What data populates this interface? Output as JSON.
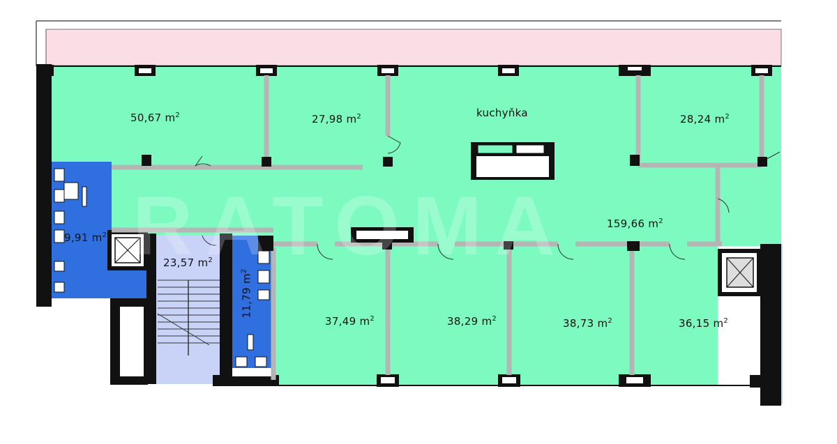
{
  "colors": {
    "office": "#7dfac0",
    "wet": "#2f6fe0",
    "stairs": "#c9d3f7",
    "terrace": "#fbdde6",
    "wall": "#111111",
    "partition": "#b5b5b5"
  },
  "watermark": "RATOMA",
  "rooms": {
    "r50": {
      "area": "50,67 m",
      "unit_sup": "2"
    },
    "r27": {
      "area": "27,98 m",
      "unit_sup": "2"
    },
    "kitchen": {
      "label": "kuchyňka"
    },
    "r28": {
      "area": "28,24 m",
      "unit_sup": "2"
    },
    "corridor": {
      "area": "159,66 m",
      "unit_sup": "2"
    },
    "wc_left": {
      "area": "9,91 m",
      "unit_sup": "2"
    },
    "stairs": {
      "area": "23,57 m",
      "unit_sup": "2"
    },
    "wc_mid": {
      "area": "11,79 m",
      "unit_sup": "2"
    },
    "r37": {
      "area": "37,49 m",
      "unit_sup": "2"
    },
    "r38a": {
      "area": "38,29 m",
      "unit_sup": "2"
    },
    "r38b": {
      "area": "38,73 m",
      "unit_sup": "2"
    },
    "r36": {
      "area": "36,15 m",
      "unit_sup": "2"
    }
  }
}
